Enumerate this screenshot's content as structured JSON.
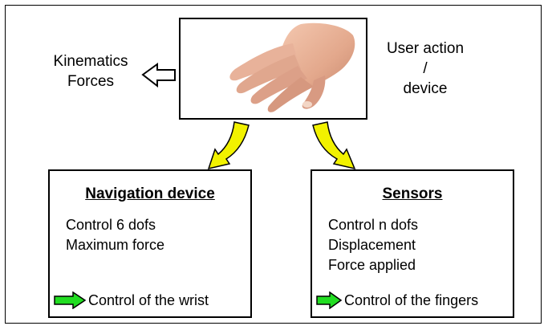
{
  "left_text": [
    "Kinematics",
    "Forces"
  ],
  "right_text": [
    "User action",
    "/",
    "device"
  ],
  "boxes": {
    "navigation": {
      "title": "Navigation device",
      "items": [
        "Control 6 dofs",
        "Maximum force"
      ],
      "footer": "Control of the wrist"
    },
    "sensors": {
      "title": "Sensors",
      "items": [
        "Control n dofs",
        "Displacement",
        "Force applied"
      ],
      "footer": "Control of the fingers"
    }
  },
  "colors": {
    "yellow_arrow": "#f2f200",
    "green_arrow": "#22dd22",
    "skin": "#e9b49a"
  },
  "icons": [
    "hand-image",
    "hollow-left-arrow-icon",
    "yellow-curved-arrow-icon",
    "green-right-arrow-icon"
  ]
}
